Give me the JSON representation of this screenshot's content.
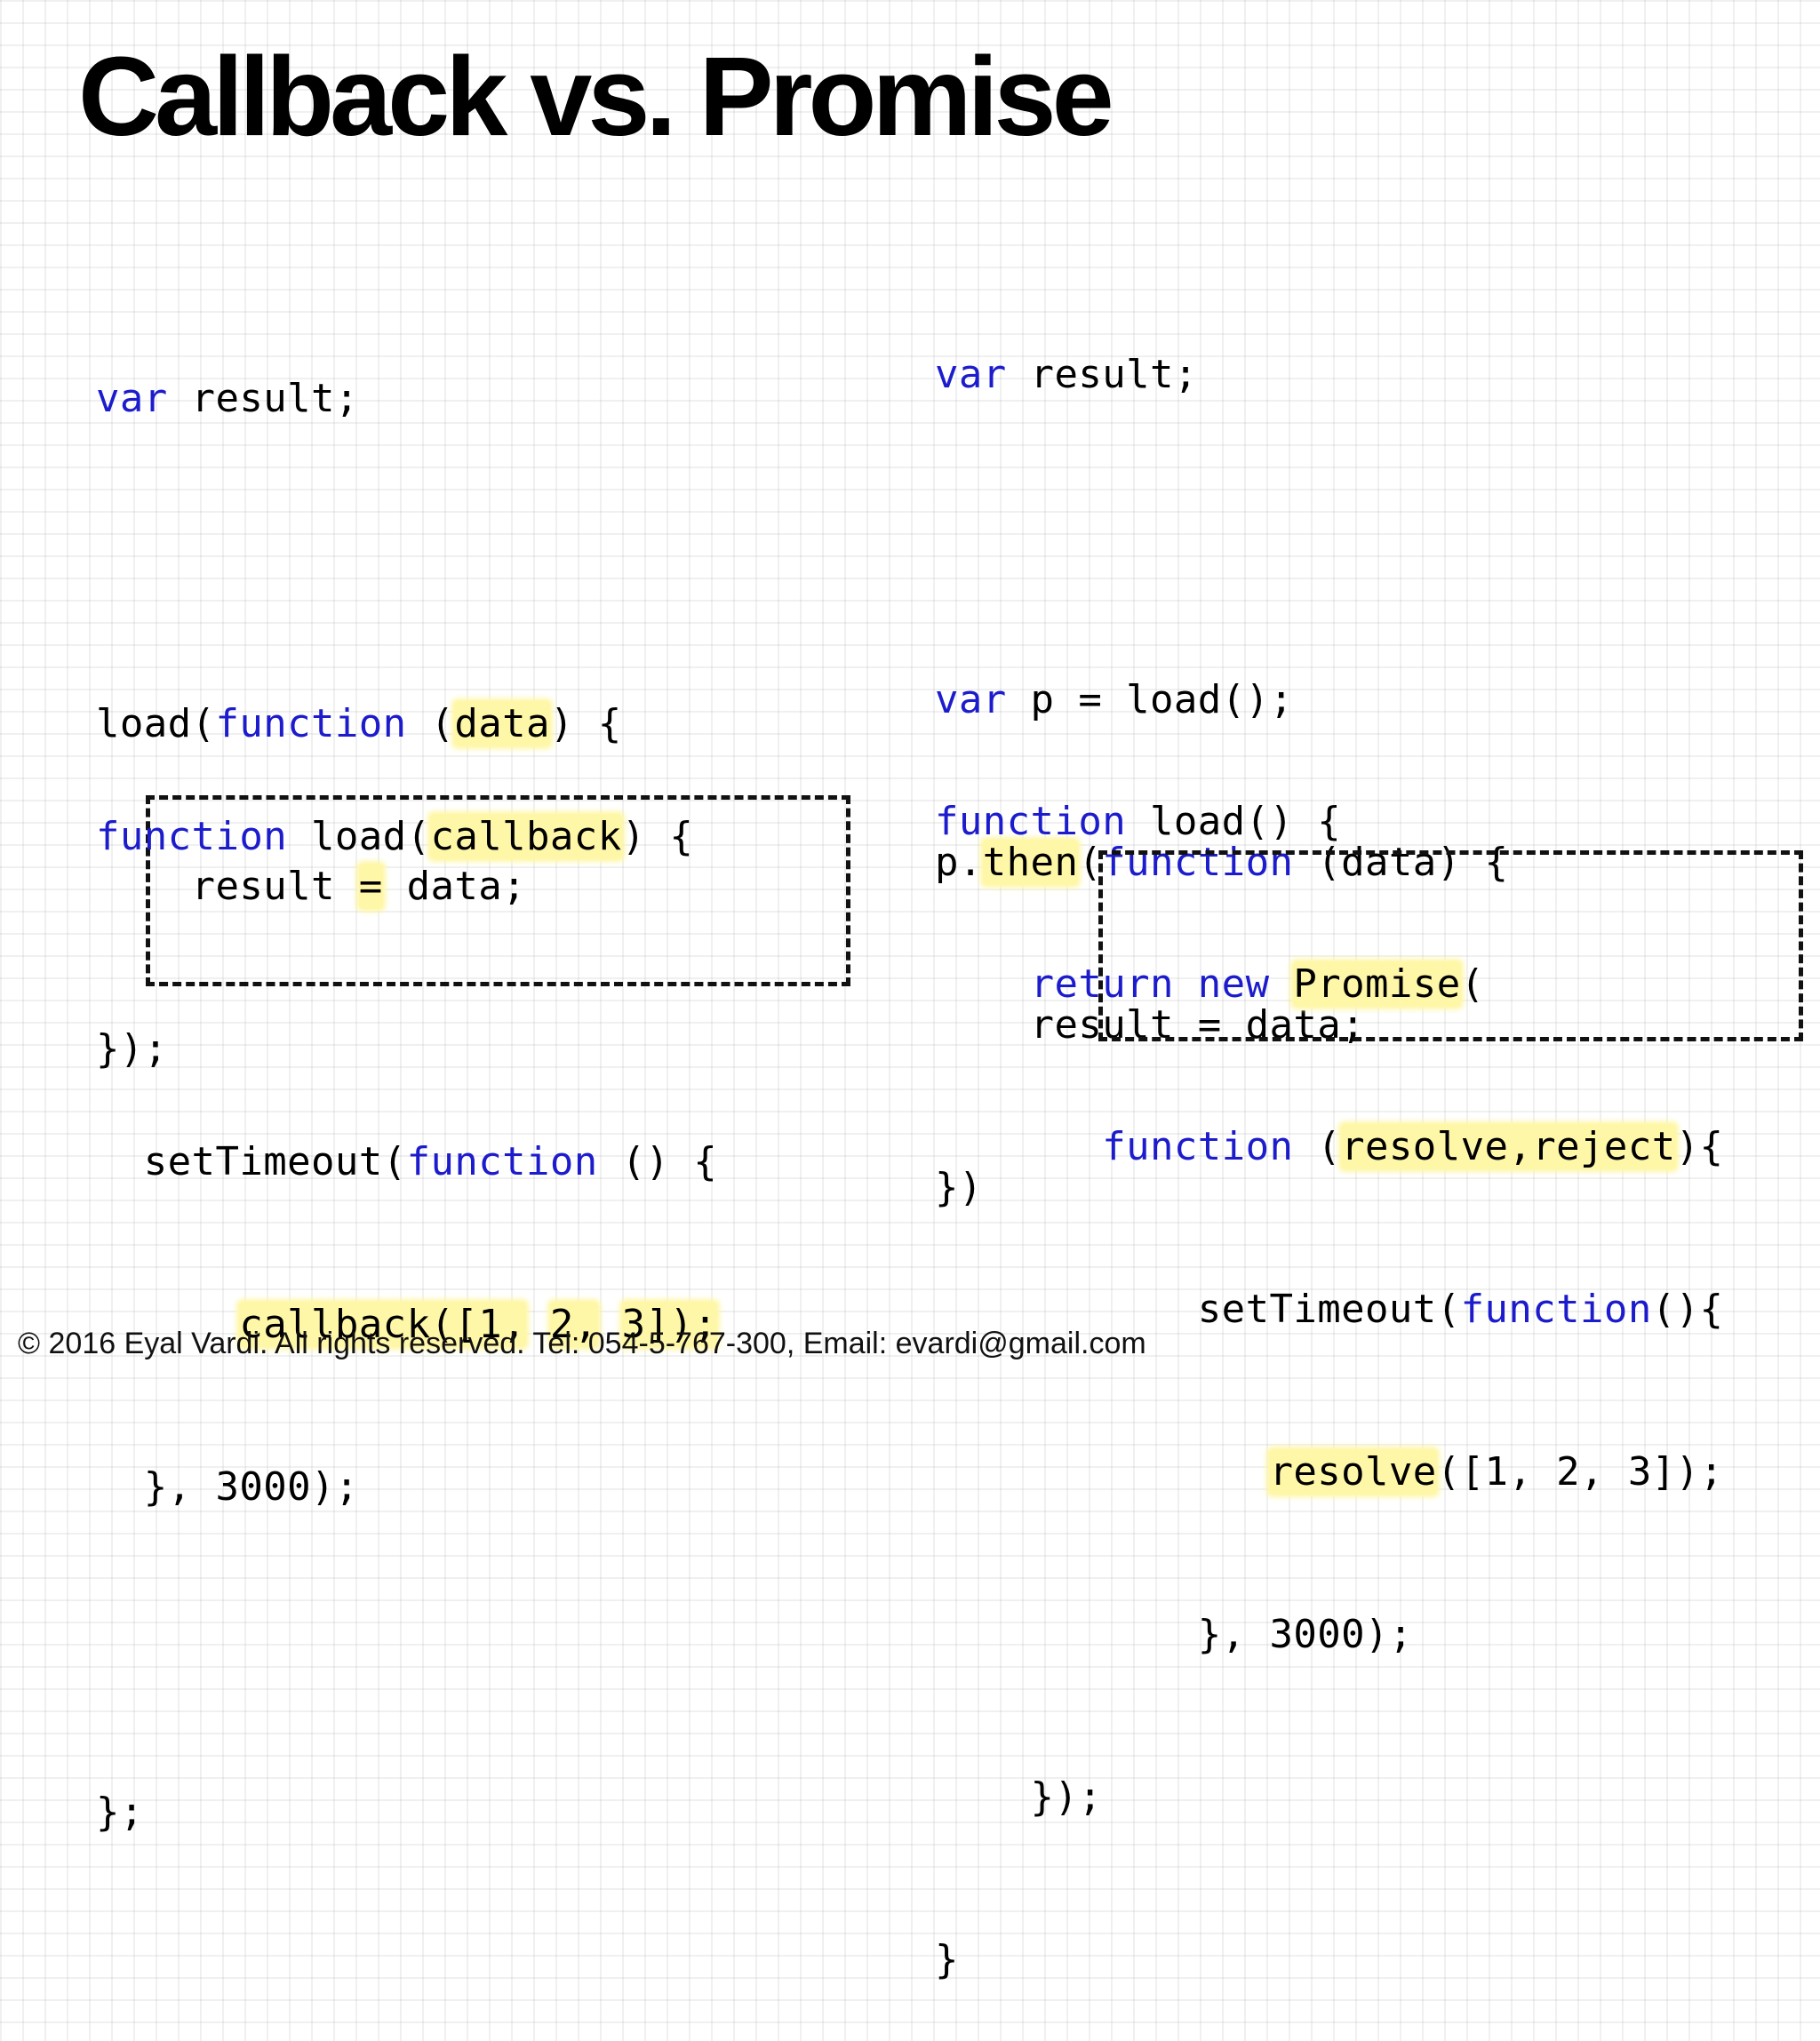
{
  "slide": {
    "title": "Callback vs. Promise",
    "footer": "© 2016 Eyal Vardi. All rights reserved. Tel: 054-5-767-300, Email: evardi@gmail.com"
  },
  "callback_code": {
    "usage": {
      "l1_kw": "var",
      "l1_rest": " result;",
      "l3_a": "load(",
      "l3_kw": "function",
      "l3_b": " (",
      "l3_hl": "data",
      "l3_c": ") {",
      "l4_a": "    result ",
      "l4_hl": "=",
      "l4_b": " data;",
      "l5": "});"
    },
    "definition": {
      "l1_kw": "function",
      "l1_a": " load(",
      "l1_hl": "callback",
      "l1_b": ") {",
      "l3_a": "  setTimeout(",
      "l3_kw": "function",
      "l3_b": " () {",
      "l4_a": "      ",
      "l4_hl1": "callback([1,",
      "l4_hl2": "2,",
      "l4_hl3": "3]);",
      "l5": "  }, 3000);",
      "l7": "};"
    }
  },
  "promise_code": {
    "usage": {
      "l1_kw": "var",
      "l1_rest": " result;",
      "l3_kw": "var",
      "l3_rest": " p = load();",
      "l4_a": "p.",
      "l4_hl": "then",
      "l4_b": "(",
      "l4_kw": "function",
      "l4_c": " (data) {",
      "l5": "    result = data;",
      "l6": "})"
    },
    "definition": {
      "l1_kw": "function",
      "l1_rest": " load() {",
      "l2_a": "    ",
      "l2_kw1": "return",
      "l2_b": " ",
      "l2_kw2": "new",
      "l2_c": " ",
      "l2_hl": "Promise",
      "l2_d": "(",
      "l3_a": "       ",
      "l3_kw": "function",
      "l3_b": " (",
      "l3_hl": "resolve,reject",
      "l3_c": "){",
      "l4_a": "           setTimeout(",
      "l4_kw": "function",
      "l4_b": "(){",
      "l5_a": "              ",
      "l5_hl": "resolve",
      "l5_b": "([1, 2, 3]);",
      "l6": "           }, 3000);",
      "l7": "    });",
      "l8": "}"
    }
  },
  "colors": {
    "keyword": "#1c1ccc",
    "highlight": "#fff7a8"
  }
}
